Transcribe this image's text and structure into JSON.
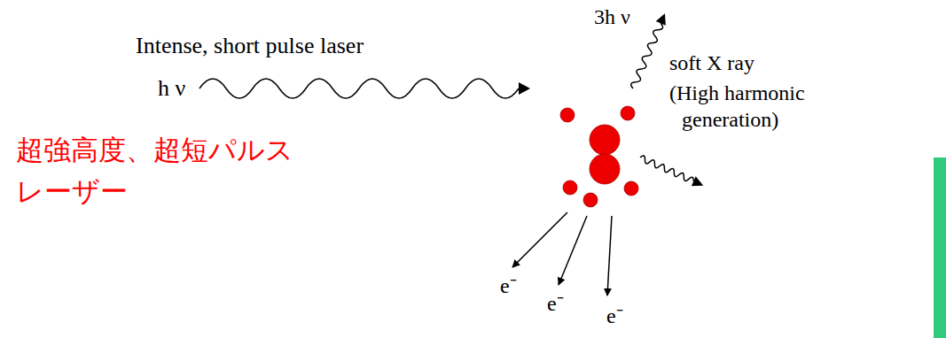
{
  "diagram": {
    "labels": [
      "3h ν",
      "Intense, short pulse laser",
      "h ν",
      "soft X ray",
      "(High harmonic generation)",
      "超強高度、超短パルス レーザー",
      "e⁻",
      "e⁻",
      "e⁻"
    ]
  }
}
